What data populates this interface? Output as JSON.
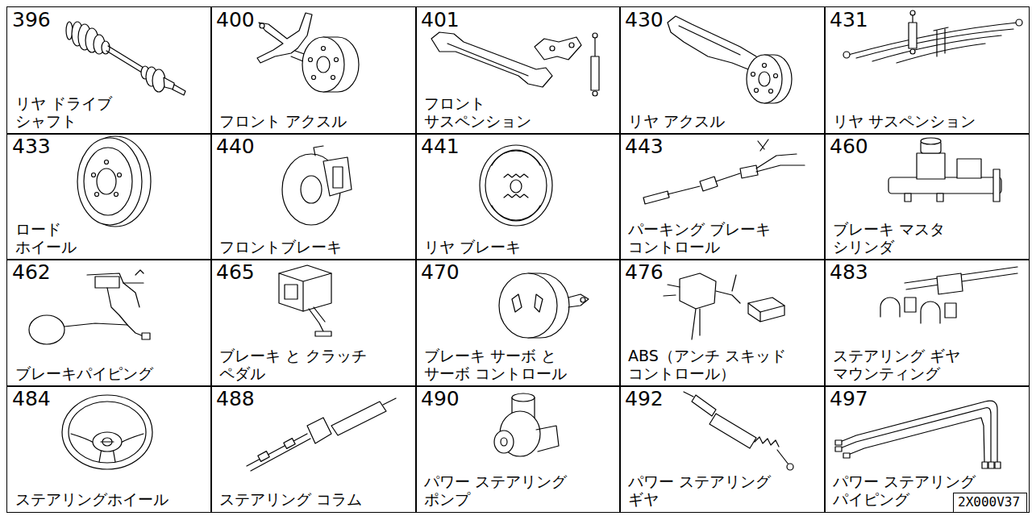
{
  "diagram": {
    "nodes": [
      {
        "text": [
          "396",
          "リヤ ドライブ シャフト"
        ]
      },
      {
        "text": [
          "400",
          "フロント アクスル"
        ]
      },
      {
        "text": [
          "401",
          "フロント サスペンション"
        ]
      },
      {
        "text": [
          "430",
          "リヤ アクスル"
        ]
      },
      {
        "text": [
          "431",
          "リヤ サスペンション"
        ]
      },
      {
        "text": [
          "433",
          "ロード ホイール"
        ]
      },
      {
        "text": [
          "440",
          "フロントブレーキ"
        ]
      },
      {
        "text": [
          "441",
          "リヤ ブレーキ"
        ]
      },
      {
        "text": [
          "443",
          "パーキング ブレーキ コントロール"
        ]
      },
      {
        "text": [
          "460",
          "ブレーキ マスタ シリンダ"
        ]
      },
      {
        "text": [
          "462",
          "ブレーキパイピング"
        ]
      },
      {
        "text": [
          "465",
          "ブレーキ と クラッチ ペダル"
        ]
      },
      {
        "text": [
          "470",
          "ブレーキ サーボ と サーボ コントロール"
        ]
      },
      {
        "text": [
          "476",
          "ABS（アンチ スキッド コントロール）"
        ]
      },
      {
        "text": [
          "483",
          "ステアリング ギヤ マウンティング"
        ]
      },
      {
        "text": [
          "484",
          "ステアリングホイール"
        ]
      },
      {
        "text": [
          "488",
          "ステアリング コラム"
        ]
      },
      {
        "text": [
          "490",
          "パワー ステアリング ポンプ"
        ]
      },
      {
        "text": [
          "492",
          "パワー ステアリング ギヤ"
        ]
      },
      {
        "text": [
          "497",
          "パワー ステアリング パイピング"
        ]
      },
      {
        "text": [
          "2X000V37"
        ]
      }
    ]
  }
}
